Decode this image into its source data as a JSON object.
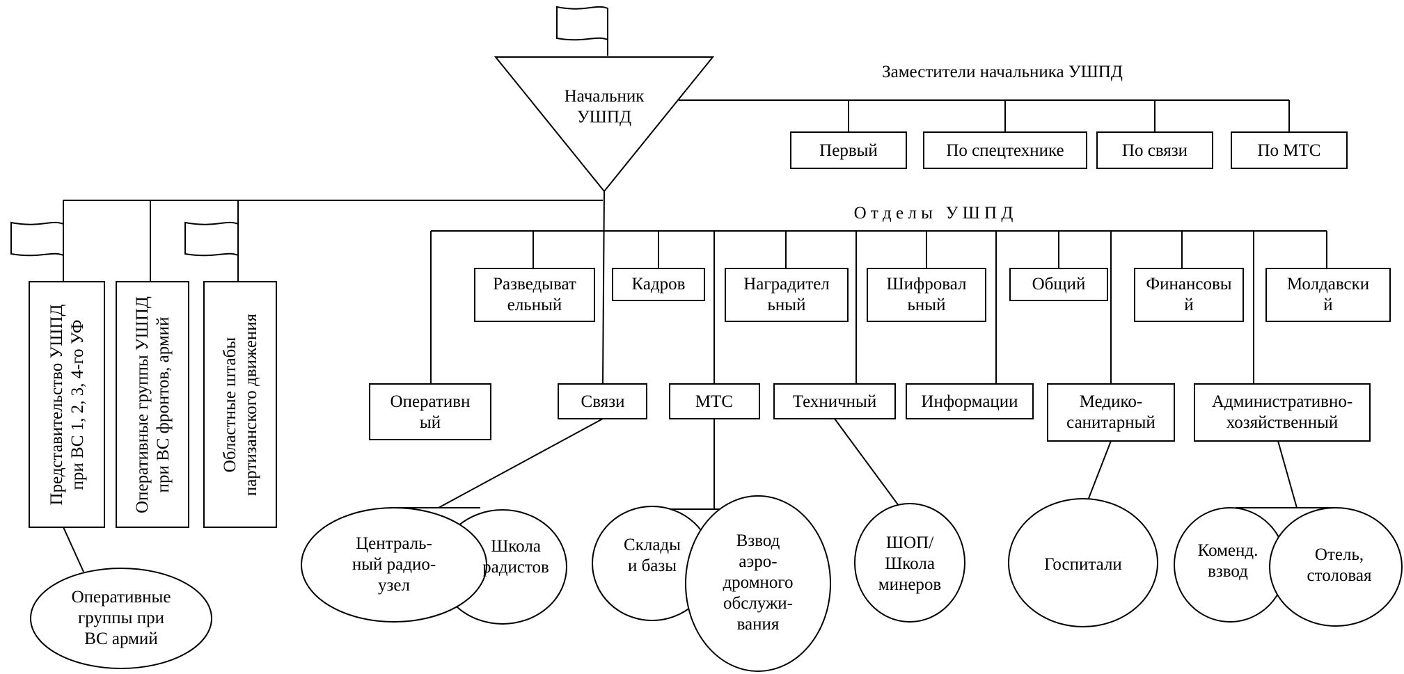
{
  "chief": [
    "Начальник",
    "УШПД"
  ],
  "deputies_title": "Заместители начальника УШПД",
  "deputies": [
    "Первый",
    "По спецтехнике",
    "По связи",
    "По МТС"
  ],
  "departments_title": "О т д е л ы   У Ш П Д",
  "departments_upper": [
    [
      "Разведыват",
      "ельный"
    ],
    [
      "Кадров"
    ],
    [
      "Наградител",
      "ьный"
    ],
    [
      "Шифровал",
      "ьный"
    ],
    [
      "Общий"
    ],
    [
      "Финансовы",
      "й"
    ],
    [
      "Молдавски",
      "й"
    ]
  ],
  "departments_lower": [
    [
      "Оперативн",
      "ый"
    ],
    [
      "Связи"
    ],
    [
      "МТС"
    ],
    [
      "Техничный"
    ],
    [
      "Информации"
    ],
    [
      "Медико-",
      "санитарный"
    ],
    [
      "Административно-",
      "хозяйственный"
    ]
  ],
  "left_units": [
    [
      "Представительство УШПД",
      "при ВС 1, 2, 3, 4-го УФ"
    ],
    [
      "Оперативные группы УШПД",
      "при ВС фронтов, армий"
    ],
    [
      "Областные штабы",
      "партизанского движения"
    ]
  ],
  "subunits": {
    "op_groups_armies": [
      "Оперативные",
      "группы при",
      "ВС армий"
    ],
    "central_radio": [
      "Централь-",
      "ный радио-",
      "узел"
    ],
    "radio_school": [
      "Школа",
      "радистов"
    ],
    "depots": [
      "Склады",
      "и базы"
    ],
    "airfield_platoon": [
      "Взвод",
      "аэро-",
      "дромного",
      "обслужи-",
      "вания"
    ],
    "shop_school": [
      "ШОП/",
      "Школа",
      "минеров"
    ],
    "hospitals": [
      "Госпитали"
    ],
    "commandant_platoon": [
      "Коменд.",
      "взвод"
    ],
    "hotel_canteen": [
      "Отель,",
      "столовая"
    ]
  }
}
